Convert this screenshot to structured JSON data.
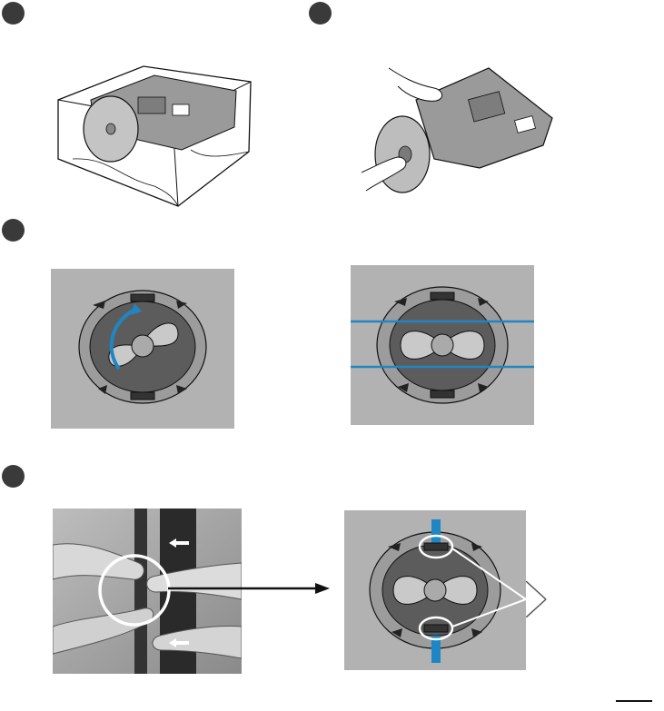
{
  "page": {
    "background": "#ffffff"
  },
  "colors": {
    "badge": "#3a3a3a",
    "panel_gray": "#b2b2b2",
    "ring_dark": "#5c5c5c",
    "ring_mid": "#8a8a8a",
    "accent_blue": "#1f86c4",
    "line": "#111111"
  },
  "steps": [
    {
      "icon": "step-1-badge-icon"
    },
    {
      "icon": "step-2-badge-icon"
    },
    {
      "icon": "step-3-badge-icon"
    },
    {
      "icon": "step-4-badge-icon"
    }
  ],
  "figures": [
    {
      "name": "tv-in-packaging-figure"
    },
    {
      "name": "hands-lifting-stand-figure"
    },
    {
      "name": "stand-rotate-figure"
    },
    {
      "name": "stand-aligned-figure"
    },
    {
      "name": "hands-pressing-latch-photo"
    },
    {
      "name": "stand-latch-detail-figure"
    }
  ]
}
